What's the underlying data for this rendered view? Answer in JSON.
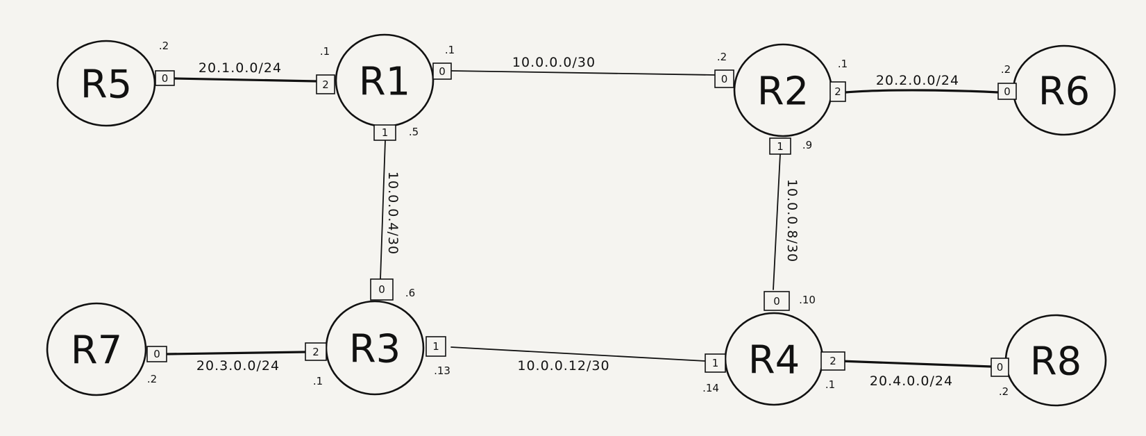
{
  "routers": [
    {
      "id": "R1",
      "label": "R1"
    },
    {
      "id": "R2",
      "label": "R2"
    },
    {
      "id": "R3",
      "label": "R3"
    },
    {
      "id": "R4",
      "label": "R4"
    },
    {
      "id": "R5",
      "label": "R5"
    },
    {
      "id": "R6",
      "label": "R6"
    },
    {
      "id": "R7",
      "label": "R7"
    },
    {
      "id": "R8",
      "label": "R8"
    }
  ],
  "links": [
    {
      "id": "r5-r1",
      "subnet": "20.1.0.0/24",
      "a": {
        "router": "R5",
        "port": "0",
        "addr": ".2"
      },
      "b": {
        "router": "R1",
        "port": "2",
        "addr": ".1"
      }
    },
    {
      "id": "r1-r2",
      "subnet": "10.0.0.0/30",
      "a": {
        "router": "R1",
        "port": "0",
        "addr": ".1"
      },
      "b": {
        "router": "R2",
        "port": "0",
        "addr": ".2"
      }
    },
    {
      "id": "r2-r6",
      "subnet": "20.2.0.0/24",
      "a": {
        "router": "R2",
        "port": "2",
        "addr": ".1"
      },
      "b": {
        "router": "R6",
        "port": "0",
        "addr": ".2"
      }
    },
    {
      "id": "r1-r3",
      "subnet": "10.0.0.4/30",
      "a": {
        "router": "R1",
        "port": "1",
        "addr": ".5"
      },
      "b": {
        "router": "R3",
        "port": "0",
        "addr": ".6"
      }
    },
    {
      "id": "r2-r4",
      "subnet": "10.0.0.8/30",
      "a": {
        "router": "R2",
        "port": "1",
        "addr": ".9"
      },
      "b": {
        "router": "R4",
        "port": "0",
        "addr": ".10"
      }
    },
    {
      "id": "r7-r3",
      "subnet": "20.3.0.0/24",
      "a": {
        "router": "R7",
        "port": "0",
        "addr": ".2"
      },
      "b": {
        "router": "R3",
        "port": "2",
        "addr": ".1"
      }
    },
    {
      "id": "r3-r4",
      "subnet": "10.0.0.12/30",
      "a": {
        "router": "R3",
        "port": "1",
        "addr": ".13"
      },
      "b": {
        "router": "R4",
        "port": "1",
        "addr": ".14"
      }
    },
    {
      "id": "r4-r8",
      "subnet": "20.4.0.0/24",
      "a": {
        "router": "R4",
        "port": "2",
        "addr": ".1"
      },
      "b": {
        "router": "R8",
        "port": "0",
        "addr": ".2"
      }
    }
  ]
}
